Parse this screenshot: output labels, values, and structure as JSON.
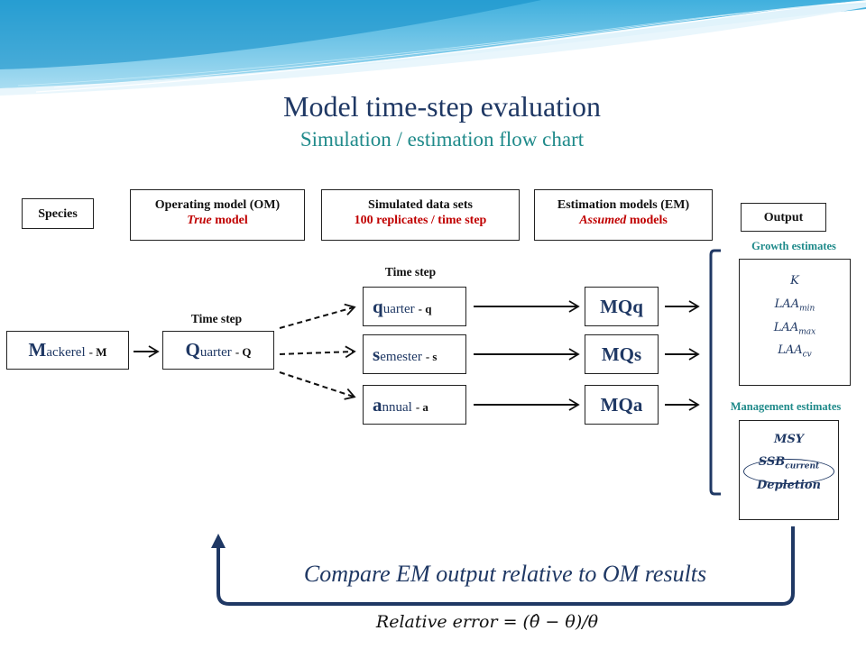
{
  "title": "Model time-step evaluation",
  "subtitle": "Simulation / estimation flow chart",
  "headers": {
    "species": "Species",
    "om_title": "Operating model (OM)",
    "om_sub_italic": "True",
    "om_sub_rest": " model",
    "sim_title": "Simulated data sets",
    "sim_sub": "100 replicates / time step",
    "em_title": "Estimation models (EM)",
    "em_sub_italic": "Assumed",
    "em_sub_rest": " models",
    "output": "Output"
  },
  "time_step_label_1": "Time step",
  "time_step_label_2": "Time step",
  "species_box": {
    "cap": "M",
    "rest": "ackerel",
    "abbr": "- M"
  },
  "om_box": {
    "cap": "Q",
    "rest": "uarter",
    "abbr": "- Q"
  },
  "time_steps": [
    {
      "cap": "q",
      "rest": "uarter",
      "abbr": "- q"
    },
    {
      "cap": "s",
      "rest": "emester",
      "abbr": "- s"
    },
    {
      "cap": "a",
      "rest": "nnual",
      "abbr": "- a"
    }
  ],
  "models": [
    "MQq",
    "MQs",
    "MQa"
  ],
  "growth_label": "Growth estimates",
  "growth": {
    "k": "K",
    "laa_min": "LAA",
    "laa_min_sub": "min",
    "laa_max": "LAA",
    "laa_max_sub": "max",
    "laa_cv": "LAA",
    "laa_cv_sub": "cv"
  },
  "management_label": "Management estimates",
  "management": {
    "msy": "MSY",
    "ssb": "SSB",
    "ssb_sub": "current",
    "depletion": "Depletion"
  },
  "compare_text": "Compare EM output relative to OM results",
  "formula": "Relative error = (θ̂ − θ)/θ",
  "colors": {
    "title": "#1f3864",
    "subtitle": "#1f8a8a",
    "red": "#c00000",
    "navy": "#1f3864",
    "teal": "#1f8a8a",
    "wave_dark": "#2aa6d6",
    "wave_light": "#bfe6f5"
  }
}
